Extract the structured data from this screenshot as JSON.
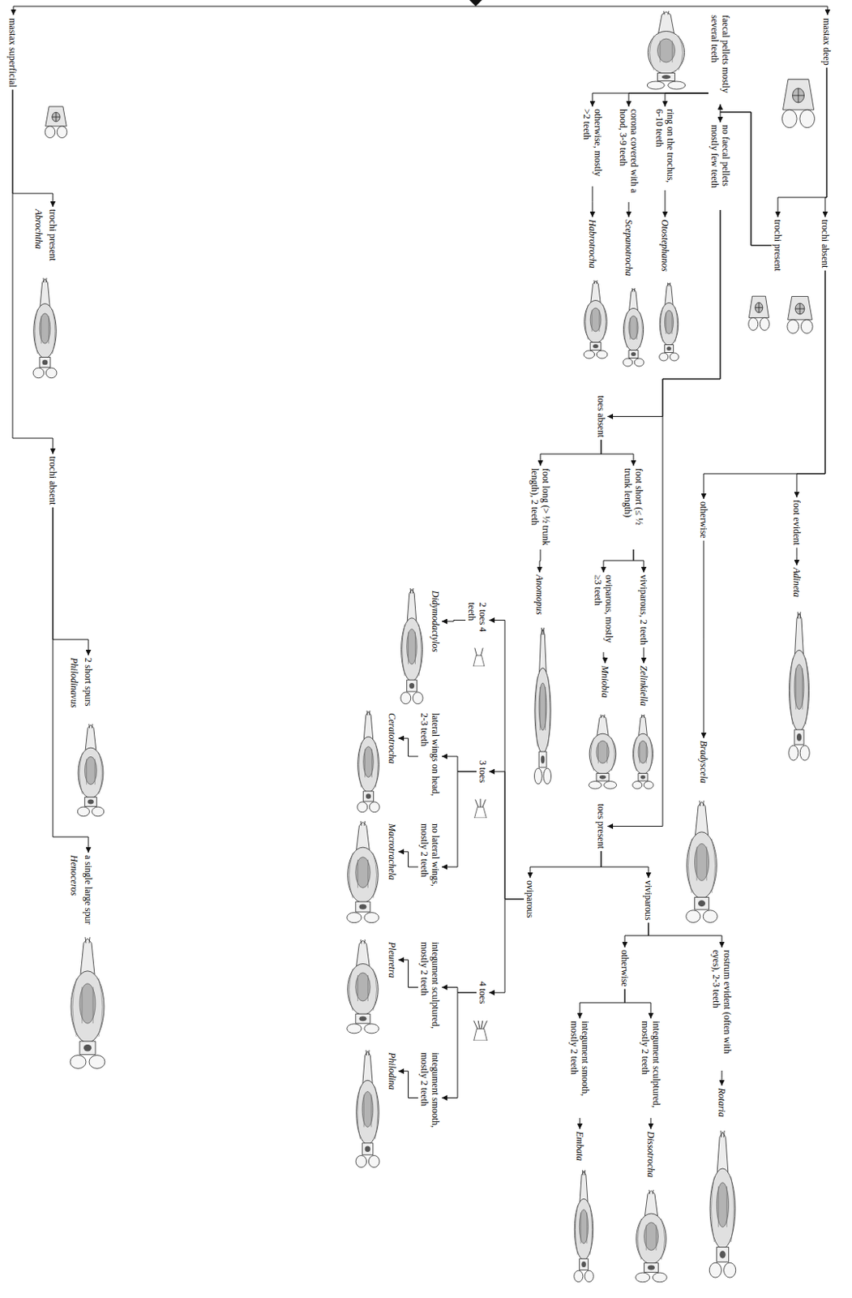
{
  "diagram": {
    "nodes": [
      {
        "text": [
          "mastax deep"
        ]
      },
      {
        "text": [
          "mastax superficial"
        ]
      },
      {
        "text": [
          "trochi absent"
        ]
      },
      {
        "text": [
          "trochi present"
        ]
      },
      {
        "text": [
          "foot evident"
        ]
      },
      {
        "text": [
          "otherwise"
        ]
      },
      {
        "text": [
          "Adineta"
        ]
      },
      {
        "text": [
          "Bradyscela"
        ]
      },
      {
        "text": [
          "faecal pellets mostly several teeth"
        ]
      },
      {
        "text": [
          "no faecal pellets mostly few teeth"
        ]
      },
      {
        "text": [
          "ring on the trochus, 6-10 teeth"
        ]
      },
      {
        "text": [
          "corona covered with a hood, 3-9 teeth"
        ]
      },
      {
        "text": [
          "otherwise, mostly >2 teeth"
        ]
      },
      {
        "text": [
          "Otostephanos"
        ]
      },
      {
        "text": [
          "Scepanotrocha"
        ]
      },
      {
        "text": [
          "Habrotrocha"
        ]
      },
      {
        "text": [
          "toes absent"
        ]
      },
      {
        "text": [
          "toes present"
        ]
      },
      {
        "text": [
          "foot short (≤ ½ trunk length)"
        ]
      },
      {
        "text": [
          "foot long (> ½ trunk length), 2 teeth"
        ]
      },
      {
        "text": [
          "viviparous, 2 teeth"
        ]
      },
      {
        "text": [
          "oviparous, mostly ≥3 teeth"
        ]
      },
      {
        "text": [
          "Zelinkiella"
        ]
      },
      {
        "text": [
          "Mniobia"
        ]
      },
      {
        "text": [
          "Anomopus"
        ]
      },
      {
        "text": [
          "viviparous"
        ]
      },
      {
        "text": [
          "oviparous"
        ]
      },
      {
        "text": [
          "rostrum evident (often with eyes), 2-3 teeth"
        ]
      },
      {
        "text": [
          "otherwise"
        ]
      },
      {
        "text": [
          "Rotaria"
        ]
      },
      {
        "text": [
          "integument sculptured, mostly 2 teeth"
        ]
      },
      {
        "text": [
          "integument smooth, mostly 2 teeth"
        ]
      },
      {
        "text": [
          "Dissotrocha"
        ]
      },
      {
        "text": [
          "Embata"
        ]
      },
      {
        "text": [
          "2 toes 4 teeth"
        ]
      },
      {
        "text": [
          "3 toes"
        ]
      },
      {
        "text": [
          "4 toes"
        ]
      },
      {
        "text": [
          "Didymodactylos"
        ]
      },
      {
        "text": [
          "lateral wings on head, 2-3 teeth"
        ]
      },
      {
        "text": [
          "no lateral wings, mostly 2 teeth"
        ]
      },
      {
        "text": [
          "Ceratotrocha"
        ]
      },
      {
        "text": [
          "Macrotrachela"
        ]
      },
      {
        "text": [
          "integument sculptured, mostly 2 teeth"
        ]
      },
      {
        "text": [
          "integument smooth, mostly 2 teeth"
        ]
      },
      {
        "text": [
          "Pleuretra"
        ]
      },
      {
        "text": [
          "Philodina"
        ]
      },
      {
        "text": [
          "trochi present"
        ]
      },
      {
        "text": [
          "trochi absent"
        ]
      },
      {
        "text": [
          "Abrochtha"
        ]
      },
      {
        "text": [
          "2 short spurs"
        ]
      },
      {
        "text": [
          "a single large spur"
        ]
      },
      {
        "text": [
          "Philodinavus"
        ]
      },
      {
        "text": [
          "Henoceros"
        ]
      }
    ],
    "edges": [
      {
        "from": 0,
        "to": 2,
        "arrow": "to"
      },
      {
        "from": 0,
        "to": 3,
        "arrow": "to"
      },
      {
        "from": 2,
        "to": 4,
        "arrow": "to"
      },
      {
        "from": 2,
        "to": 5,
        "arrow": "to"
      },
      {
        "from": 4,
        "to": 6,
        "arrow": "to"
      },
      {
        "from": 5,
        "to": 7,
        "arrow": "to"
      },
      {
        "from": 3,
        "to": 8,
        "arrow": "to"
      },
      {
        "from": 3,
        "to": 9,
        "arrow": "to"
      },
      {
        "from": 8,
        "to": 10,
        "arrow": "to"
      },
      {
        "from": 8,
        "to": 11,
        "arrow": "to"
      },
      {
        "from": 8,
        "to": 12,
        "arrow": "to"
      },
      {
        "from": 10,
        "to": 13,
        "arrow": "to"
      },
      {
        "from": 11,
        "to": 14,
        "arrow": "to"
      },
      {
        "from": 12,
        "to": 15,
        "arrow": "to"
      },
      {
        "from": 9,
        "to": 16,
        "arrow": "to"
      },
      {
        "from": 9,
        "to": 17,
        "arrow": "to"
      },
      {
        "from": 16,
        "to": 18,
        "arrow": "to"
      },
      {
        "from": 16,
        "to": 19,
        "arrow": "to"
      },
      {
        "from": 18,
        "to": 20,
        "arrow": "to"
      },
      {
        "from": 18,
        "to": 21,
        "arrow": "to"
      },
      {
        "from": 20,
        "to": 22,
        "arrow": "to"
      },
      {
        "from": 21,
        "to": 23,
        "arrow": "to"
      },
      {
        "from": 19,
        "to": 24,
        "arrow": "to"
      },
      {
        "from": 17,
        "to": 25,
        "arrow": "to"
      },
      {
        "from": 17,
        "to": 26,
        "arrow": "to"
      },
      {
        "from": 25,
        "to": 27,
        "arrow": "to"
      },
      {
        "from": 25,
        "to": 28,
        "arrow": "to"
      },
      {
        "from": 27,
        "to": 29,
        "arrow": "to"
      },
      {
        "from": 28,
        "to": 30,
        "arrow": "to"
      },
      {
        "from": 28,
        "to": 31,
        "arrow": "to"
      },
      {
        "from": 30,
        "to": 32,
        "arrow": "to"
      },
      {
        "from": 31,
        "to": 33,
        "arrow": "to"
      },
      {
        "from": 26,
        "to": 34,
        "arrow": "to"
      },
      {
        "from": 26,
        "to": 35,
        "arrow": "to"
      },
      {
        "from": 26,
        "to": 36,
        "arrow": "to"
      },
      {
        "from": 34,
        "to": 37,
        "arrow": "to"
      },
      {
        "from": 35,
        "to": 38,
        "arrow": "to"
      },
      {
        "from": 35,
        "to": 39,
        "arrow": "to"
      },
      {
        "from": 38,
        "to": 40,
        "arrow": "to"
      },
      {
        "from": 39,
        "to": 41,
        "arrow": "to"
      },
      {
        "from": 36,
        "to": 42,
        "arrow": "to"
      },
      {
        "from": 36,
        "to": 43,
        "arrow": "to"
      },
      {
        "from": 42,
        "to": 44,
        "arrow": "to"
      },
      {
        "from": 43,
        "to": 45,
        "arrow": "to"
      },
      {
        "from": 1,
        "to": 46,
        "arrow": "to"
      },
      {
        "from": 1,
        "to": 47,
        "arrow": "to"
      },
      {
        "from": 47,
        "to": 49,
        "arrow": "to"
      },
      {
        "from": 47,
        "to": 50,
        "arrow": "to"
      }
    ]
  }
}
